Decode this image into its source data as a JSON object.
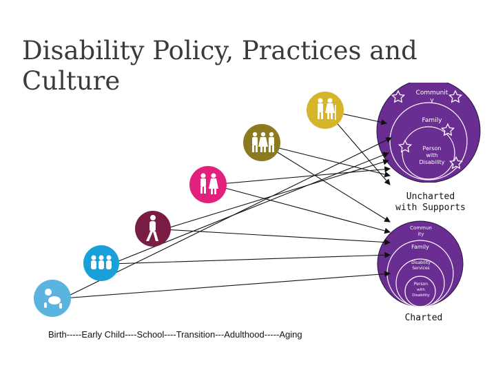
{
  "title": {
    "line1": "Disability Policy, Practices and",
    "line2": "Culture"
  },
  "top_circles": {
    "community": "Communit",
    "community_2": "y",
    "family": "Family",
    "person_1": "Person",
    "person_2": "with",
    "person_3": "Disability",
    "caption_1": "Uncharted",
    "caption_2": "with Supports"
  },
  "bottom_circles": {
    "community_1": "Commun",
    "community_2": "ity",
    "family": "Family",
    "services_1": "Disability",
    "services_2": "Services",
    "person_1": "Person",
    "person_2": "with",
    "person_3": "Disability",
    "caption": "Charted"
  },
  "timeline": "Birth-----Early Child----School----Transition---Adulthood-----Aging",
  "life_stages": [
    {
      "icon": "baby-icon",
      "color": "#5bb3df"
    },
    {
      "icon": "children-icon",
      "color": "#1aa0d8"
    },
    {
      "icon": "teen-icon",
      "color": "#7a1d45"
    },
    {
      "icon": "young-adults-icon",
      "color": "#e2217f"
    },
    {
      "icon": "adults-icon",
      "color": "#8b7a1f"
    },
    {
      "icon": "elderly-icon",
      "color": "#d6b42c"
    }
  ],
  "colors": {
    "circle_purple": "#6a2d91",
    "circle_outline": "#2a1340",
    "arrow": "#111111"
  }
}
